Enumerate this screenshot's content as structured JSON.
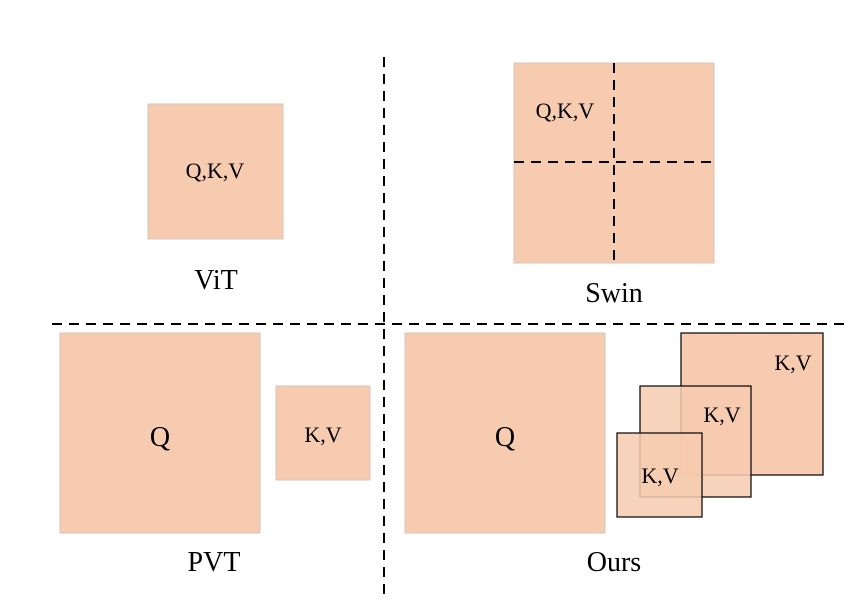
{
  "panels": {
    "vit": {
      "caption": "ViT",
      "box_label": "Q,K,V"
    },
    "swin": {
      "caption": "Swin",
      "box_label": "Q,K,V"
    },
    "pvt": {
      "caption": "PVT",
      "q_label": "Q",
      "kv_label": "K,V"
    },
    "ours": {
      "caption": "Ours",
      "q_label": "Q",
      "kv_labels": [
        "K,V",
        "K,V",
        "K,V"
      ]
    }
  },
  "colors": {
    "box_fill": "#f7cbb0",
    "divider": "#000000"
  }
}
